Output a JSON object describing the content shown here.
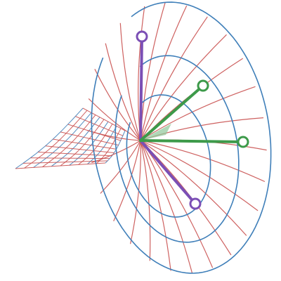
{
  "colors": {
    "background": "#ffffff",
    "mesh_radial": "#c9504f",
    "mesh_rings": "#3f7fb9",
    "vector_purple": "#7b4fb5",
    "vector_green": "#3d9a4a",
    "fill_green": "#8fc79a"
  },
  "surface": {
    "radial_line_count": 26,
    "ring_count": 3,
    "grid_rows": 10,
    "grid_cols": 9
  },
  "handles": [
    {
      "id": "purple-up",
      "color_key": "vector_purple"
    },
    {
      "id": "purple-diagonal",
      "color_key": "vector_purple"
    },
    {
      "id": "green-upper",
      "color_key": "vector_green"
    },
    {
      "id": "green-right",
      "color_key": "vector_green"
    }
  ]
}
